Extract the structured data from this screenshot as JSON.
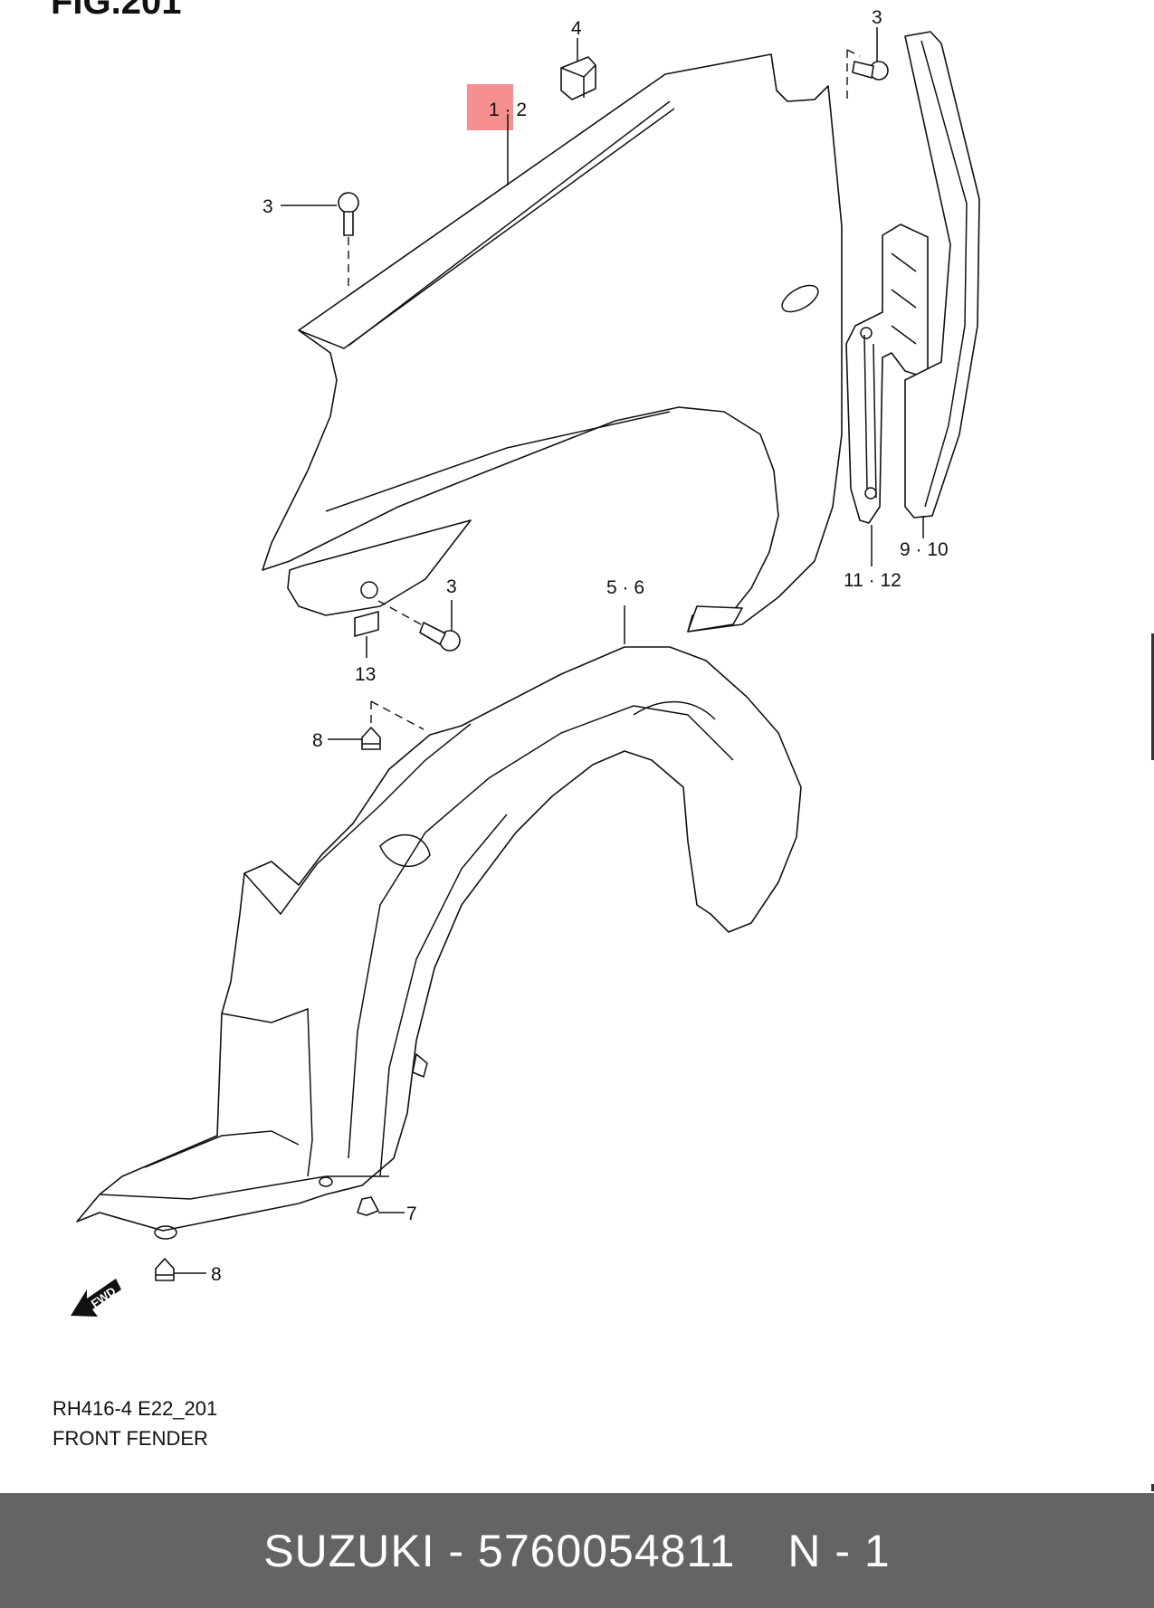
{
  "figure": {
    "title": "FIG.201",
    "code": "RH416-4 E22_201",
    "name": "FRONT FENDER"
  },
  "callouts": {
    "c1_2": "1 · 2",
    "c3_top": "3",
    "c3_left": "3",
    "c3_bottom": "3",
    "c4": "4",
    "c5_6": "5 · 6",
    "c7": "7",
    "c8_top": "8",
    "c8_bottom": "8",
    "c9_10": "9 · 10",
    "c11_12": "11 · 12",
    "c13": "13",
    "fwd": "FWD"
  },
  "highlight_color": "#f47c7c",
  "footer": {
    "brand_part": "SUZUKI - 5760054811",
    "page": "N - 1"
  }
}
